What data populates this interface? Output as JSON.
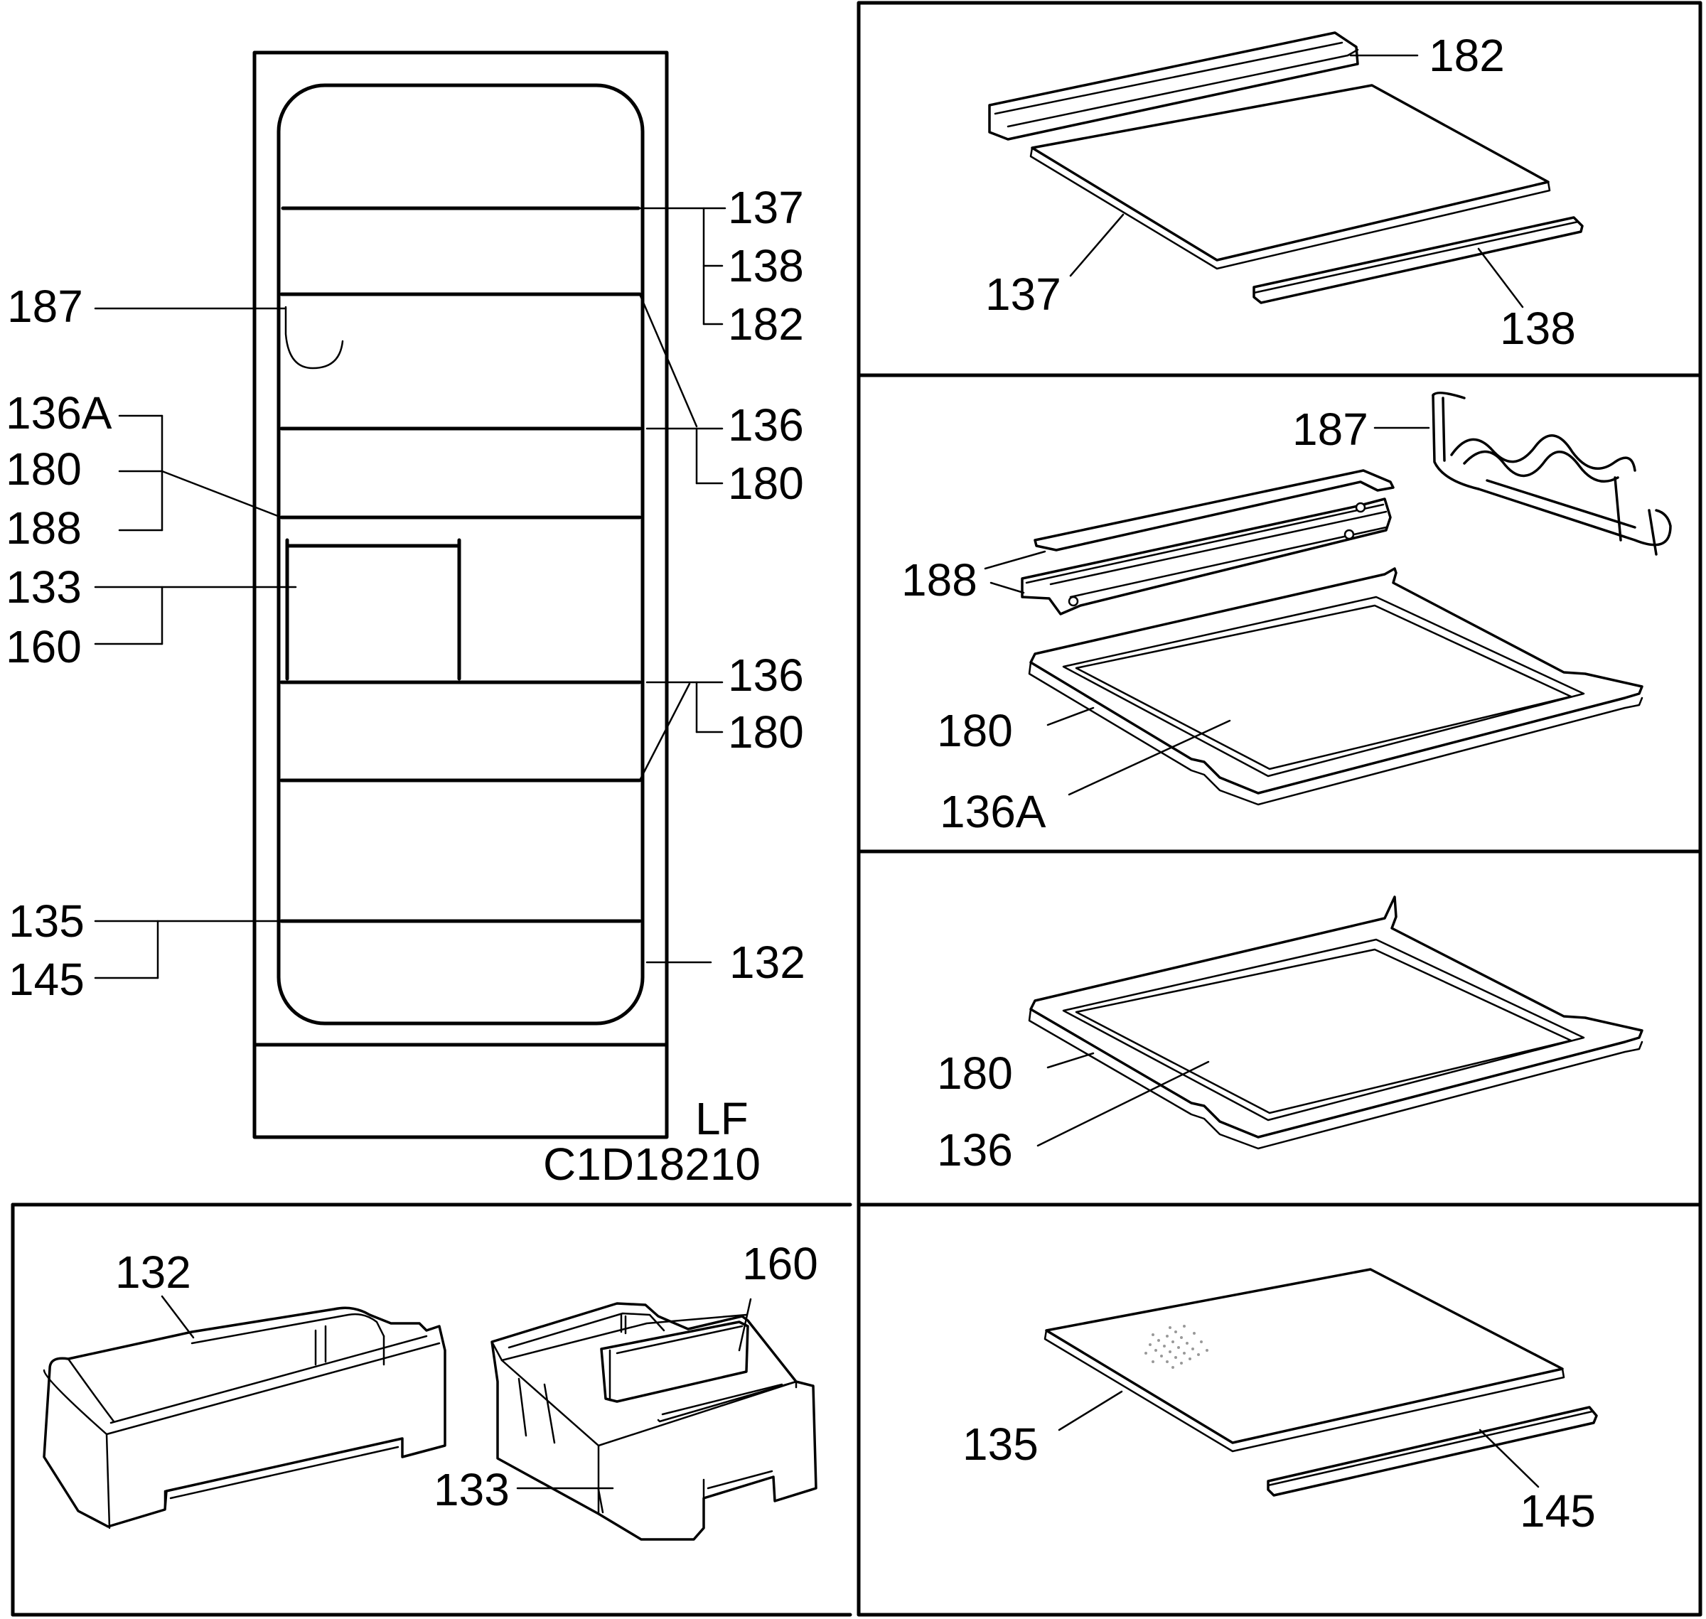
{
  "overview": {
    "labels_left": [
      "187",
      "136A",
      "180",
      "188",
      "133",
      "160",
      "135",
      "145"
    ],
    "labels_right": [
      "137",
      "138",
      "182",
      "136",
      "180",
      "136",
      "180",
      "132"
    ],
    "model_code": "LF",
    "drawing_code": "C1D18210"
  },
  "panels": {
    "glass_shelf_top": {
      "labels": [
        "182",
        "137",
        "138"
      ]
    },
    "framed_shelf_with_rack": {
      "labels": [
        "187",
        "188",
        "180",
        "136A"
      ]
    },
    "framed_shelf": {
      "labels": [
        "180",
        "136"
      ]
    },
    "crisper_cover": {
      "labels": [
        "135",
        "145"
      ]
    },
    "drawers": {
      "labels": [
        "132",
        "160",
        "133"
      ]
    }
  }
}
